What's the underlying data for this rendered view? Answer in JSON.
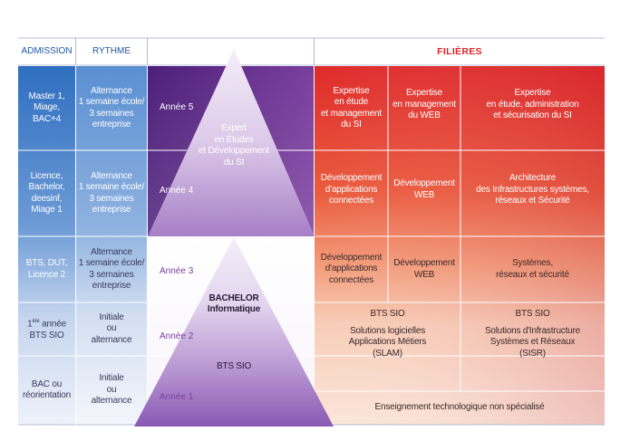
{
  "header": {
    "admission": "ADMISSION",
    "rythme": "RYTHME",
    "filieres": "FILIÈRES"
  },
  "rows": [
    {
      "admission": [
        "Master 1,",
        "Miage,",
        "BAC+4"
      ],
      "rythme": [
        "Alternance",
        "1 semaine école/",
        "3 semaines",
        "entreprise"
      ],
      "annee": "Année 5",
      "filieres": [
        [
          "Expertise",
          "en étude",
          "et management",
          "du SI"
        ],
        [
          "Expertise",
          "en management",
          "du WEB"
        ],
        [
          "Expertise",
          "en étude, administration",
          "et sécurisation du SI"
        ]
      ]
    },
    {
      "admission": [
        "Licence,",
        "Bachelor,",
        "deesinf,",
        "Miage 1"
      ],
      "rythme": [
        "Alternance",
        "1 semaine école/",
        "3 semaines",
        "entreprise"
      ],
      "annee": "Année 4",
      "filieres": [
        [
          "Développement",
          "d'applications",
          "connectées"
        ],
        [
          "Développement",
          "WEB"
        ],
        [
          "Architecture",
          "des Infrastructures systèmes,",
          "réseaux et Sécurité"
        ]
      ]
    },
    {
      "admission": [
        "BTS, DUT,",
        "Licence 2"
      ],
      "rythme": [
        "Alternance",
        "1 semaine école/",
        "3 semaines",
        "entreprise"
      ],
      "annee": "Année 3",
      "filieres": [
        [
          "Développement",
          "d'applications",
          "connectées"
        ],
        [
          "Développement",
          "WEB"
        ],
        [
          "Systèmes,",
          "réseaux et sécurité"
        ]
      ]
    },
    {
      "admission_sup": {
        "pre": "1",
        "sup": "ère",
        "post": " année"
      },
      "admission": [
        "BTS SIO"
      ],
      "rythme": [
        "Initiale",
        "ou",
        "alternance"
      ],
      "annee": "Année 2",
      "filieres": [
        [
          "BTS SIO",
          "",
          "Solutions logicielles",
          "Applications Métiers",
          "(SLAM)"
        ],
        [
          "BTS SIO",
          "",
          "Solutions d'Infrastructure",
          "Systèmes et Réseaux",
          "(SISR)"
        ]
      ]
    },
    {
      "admission": [
        "BAC ou",
        "réorientation"
      ],
      "rythme": [
        "Initiale",
        "ou",
        "alternance"
      ],
      "annee": "Année 1",
      "filieres": [
        [
          "Enseignement technologique non spécialisé"
        ]
      ]
    }
  ],
  "pyramids": {
    "top": [
      "Expert",
      "en Études",
      "et Développement",
      "du SI"
    ],
    "bottom_title": [
      "BACHELOR",
      "Informatique"
    ],
    "bottom_sub": "BTS SIO"
  },
  "colors": {
    "header_blue": "#1f56a6",
    "header_red": "#d8262c",
    "admission_blue_top": "#3a79c6",
    "admission_blue_light": "#c7d6ee",
    "rythme_blue": "#6f9fd8",
    "purple_band": "#5a2a87",
    "pyramid_light": "#ece4f3",
    "filiere_red": "#e3302d",
    "filiere_peach": "#f7d6c6"
  }
}
